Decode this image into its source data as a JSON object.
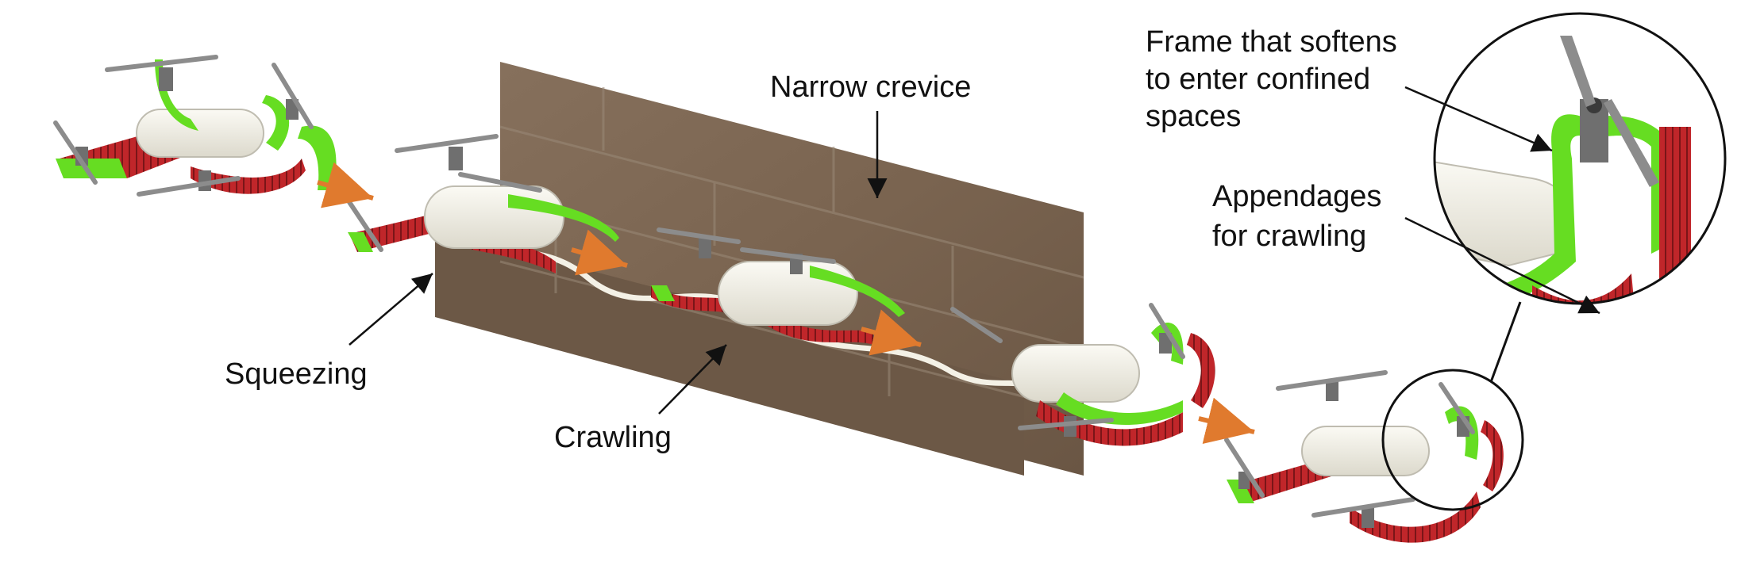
{
  "labels": {
    "narrow_crevice": "Narrow crevice",
    "squeezing": "Squeezing",
    "crawling": "Crawling",
    "frame_line1": "Frame that softens",
    "frame_line2": "to enter confined",
    "frame_line3": "spaces",
    "appendages_line1": "Appendages",
    "appendages_line2": "for crawling"
  },
  "colors": {
    "frame_green": "#66dd22",
    "frame_dark_green": "#3fa814",
    "appendage_red": "#c0262a",
    "body_white": "#efede3",
    "wall_brown": "#7a6450",
    "motor_gray": "#6f6f6f",
    "arrow_orange": "#e07a2e",
    "leader_line": "#111111"
  }
}
